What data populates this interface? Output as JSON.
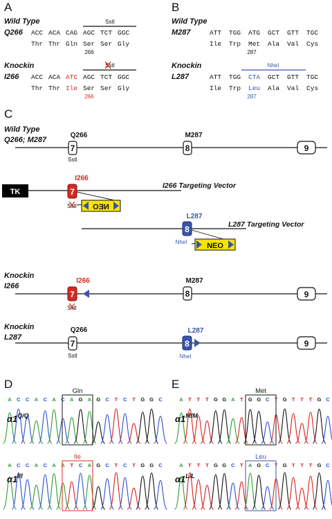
{
  "panels": {
    "A": {
      "letter": "A",
      "wt_label": "Wild Type",
      "wt_id": "Q266",
      "wt_codons": [
        "ACC",
        "ACA",
        "CAG",
        "AGC",
        "TCT",
        "GGC"
      ],
      "wt_aas": [
        "Thr",
        "Thr",
        "Gln",
        "Ser",
        "Ser",
        "Gly"
      ],
      "wt_pos": "266",
      "wt_site": "SstI",
      "ki_label": "Knockin",
      "ki_id": "I266",
      "ki_codons": [
        "ACC",
        "ACA",
        "ATC",
        "AGC",
        "TCT",
        "GGC"
      ],
      "ki_aas": [
        "Thr",
        "Thr",
        "Ile",
        "Ser",
        "Ser",
        "Gly"
      ],
      "ki_pos": "266",
      "ki_site": "SstI"
    },
    "B": {
      "letter": "B",
      "wt_label": "Wild Type",
      "wt_id": "M287",
      "wt_codons": [
        "ATT",
        "TGG",
        "ATG",
        "GCT",
        "GTT",
        "TGC"
      ],
      "wt_aas": [
        "Ile",
        "Trp",
        "Met",
        "Ala",
        "Val",
        "Cys"
      ],
      "wt_pos": "287",
      "ki_label": "Knockin",
      "ki_id": "L287",
      "ki_codons": [
        "ATT",
        "TGG",
        "CTA",
        "GCT",
        "GTT",
        "TGC"
      ],
      "ki_aas": [
        "Ile",
        "Trp",
        "Leu",
        "Ala",
        "Val",
        "Cys"
      ],
      "ki_pos": "287",
      "ki_site": "NheI"
    },
    "C": {
      "letter": "C",
      "wt_label1": "Wild Type",
      "wt_label2": "Q266; M287",
      "exon7": "7",
      "exon8": "8",
      "exon9": "9",
      "q266": "Q266",
      "m287": "M287",
      "i266": "I266",
      "l287": "L287",
      "sst": "SstI",
      "nhe": "NheI",
      "tk": "TK",
      "neo": "NEO",
      "i266_vector": "I266 Targeting Vector",
      "l287_vector": "L287 Targeting Vector",
      "ki_label": "Knockin",
      "ki_i266": "I266",
      "ki_l287": "L287"
    },
    "D": {
      "letter": "D",
      "top_seq": [
        "A",
        "C",
        "C",
        "A",
        "C",
        "A",
        "C",
        "A",
        "G",
        "A",
        "G",
        "C",
        "T",
        "C",
        "T",
        "G",
        "G",
        "C"
      ],
      "bot_seq": [
        "A",
        "C",
        "C",
        "A",
        "C",
        "A",
        "A",
        "T",
        "C",
        "A",
        "G",
        "C",
        "T",
        "C",
        "T",
        "G",
        "G",
        "C"
      ],
      "top_box_label": "Gln",
      "bot_box_label": "Ile",
      "top_genotype_base": "α1",
      "top_genotype_sup": "Q/Q",
      "bot_genotype_base": "α1",
      "bot_genotype_sup": "I/I"
    },
    "E": {
      "letter": "E",
      "top_seq": [
        "A",
        "T",
        "T",
        "T",
        "G",
        "G",
        "A",
        "T",
        "G",
        "G",
        "C",
        "T",
        "G",
        "T",
        "T",
        "T",
        "G",
        "C"
      ],
      "bot_seq": [
        "A",
        "T",
        "T",
        "T",
        "G",
        "G",
        "C",
        "T",
        "A",
        "G",
        "C",
        "T",
        "G",
        "T",
        "T",
        "T",
        "G",
        "C"
      ],
      "top_box_label": "Met",
      "bot_box_label": "Leu",
      "top_genotype_base": "α1",
      "top_genotype_sup": "M/M",
      "bot_genotype_base": "α1",
      "bot_genotype_sup": "L/L"
    }
  },
  "colors": {
    "red": "#d42a20",
    "blue": "#3a55a8",
    "neo_yellow": "#f5e400",
    "base_A": "#2e9b2e",
    "base_C": "#2a4fd0",
    "base_G": "#111111",
    "base_T": "#d8201b"
  }
}
